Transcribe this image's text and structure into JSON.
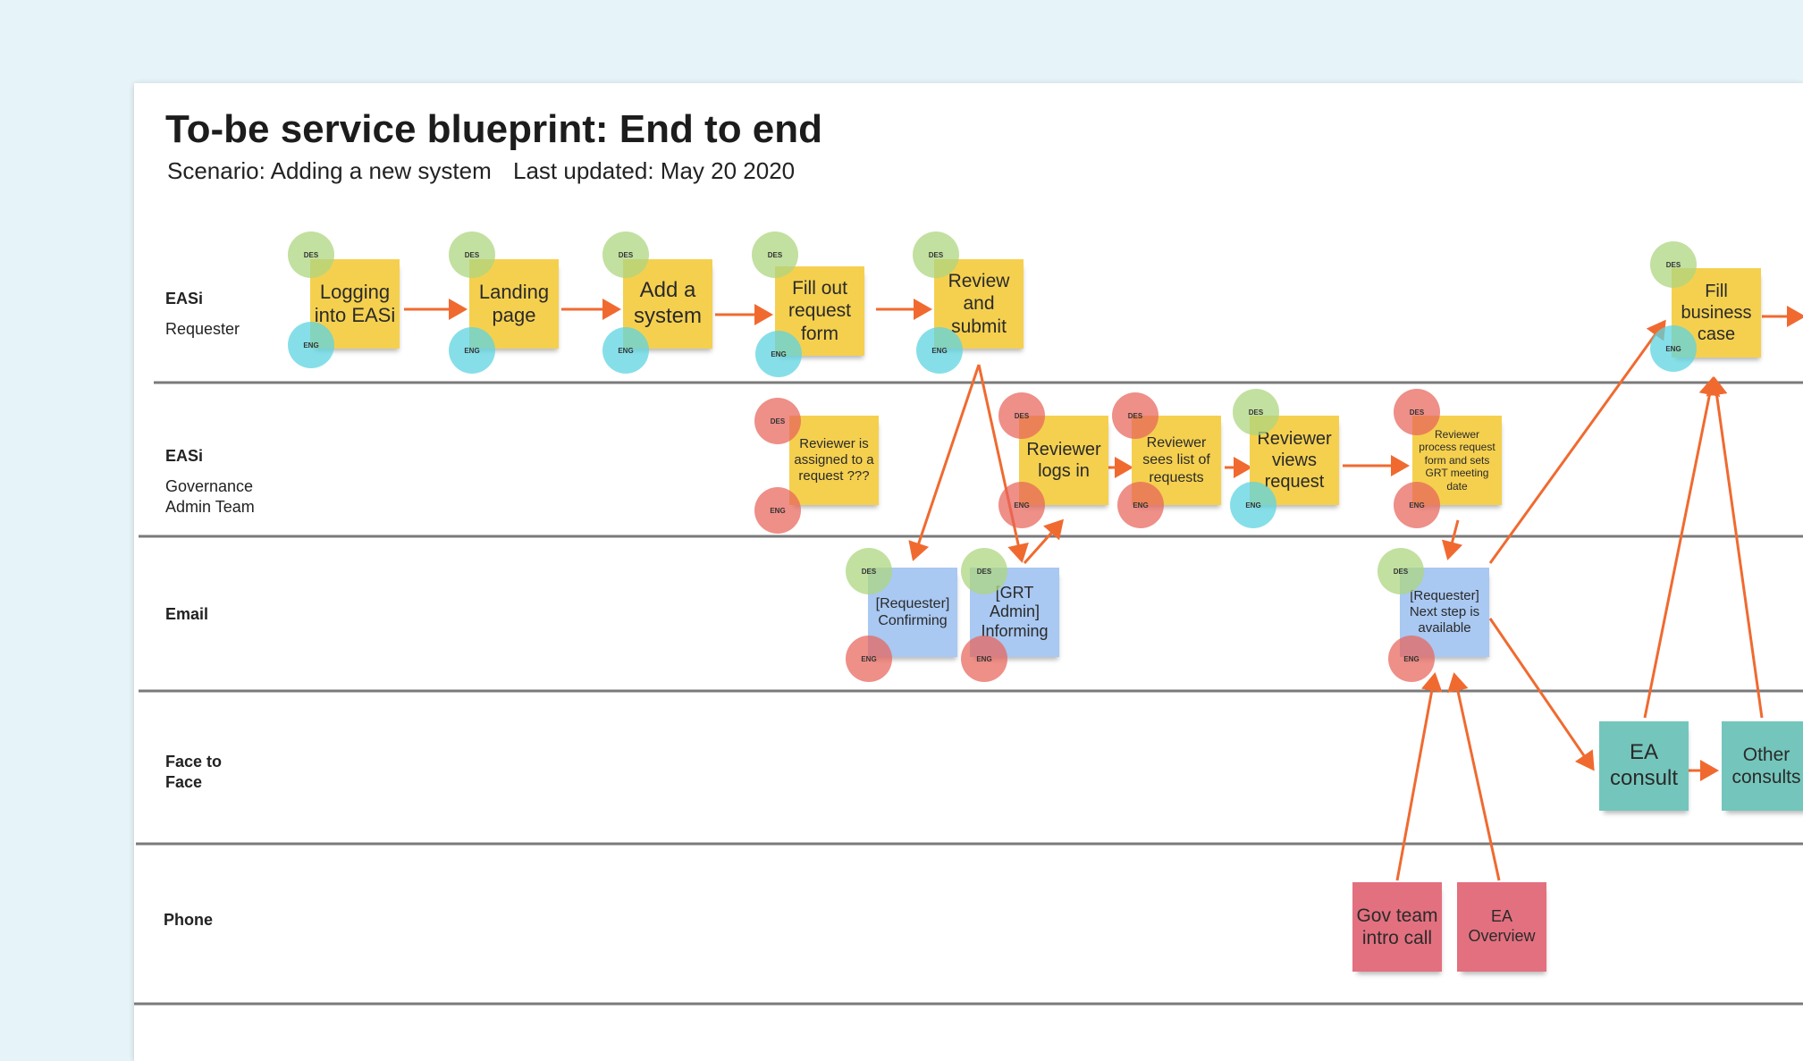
{
  "title": "To-be service blueprint: End to end",
  "scenario": "Scenario: Adding a new system",
  "last_updated": "Last updated: May 20 2020",
  "badges": {
    "des": "DES",
    "eng": "ENG"
  },
  "colors": {
    "background": "#e6f4f9",
    "arrow": "#f06a30",
    "divider": "#7a7a7a",
    "sticky_yellow": "#f5d04f",
    "sticky_blue": "#a9c8f2",
    "sticky_teal": "#74c6bc",
    "sticky_pink": "#e3707f"
  },
  "lanes": [
    {
      "name": "EASi",
      "sub": "Requester"
    },
    {
      "name": "EASi",
      "sub": "Governance\nAdmin Team"
    },
    {
      "name": "Email",
      "sub": ""
    },
    {
      "name": "Face to\nFace",
      "sub": ""
    },
    {
      "name": "Phone",
      "sub": ""
    }
  ],
  "notes": {
    "logging_in": "Logging into EASi",
    "landing_page": "Landing page",
    "add_system": "Add a system",
    "fill_form": "Fill out request form",
    "review_submit": "Review and submit",
    "fill_business_case": "Fill business case",
    "reviewer_assigned": "Reviewer is assigned to a request ???",
    "reviewer_logs_in": "Reviewer logs in",
    "reviewer_sees_list": "Reviewer sees list of requests",
    "reviewer_views": "Reviewer views request",
    "reviewer_process": "Reviewer process request form and sets GRT meeting date",
    "email_confirming": "[Requester] Confirming",
    "email_informing": "[GRT Admin] Informing",
    "email_next_step": "[Requester] Next step is available",
    "ea_consult": "EA consult",
    "other_consults": "Other consults",
    "gov_intro_call": "Gov team intro call",
    "ea_overview": "EA Overview"
  }
}
